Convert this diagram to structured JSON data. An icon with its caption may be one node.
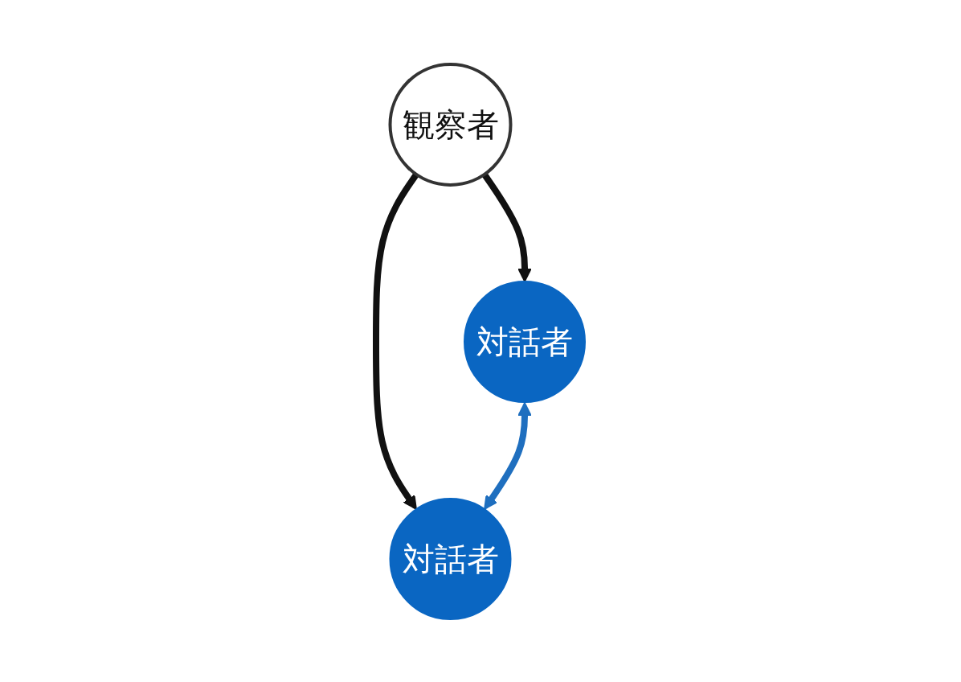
{
  "diagram": {
    "nodes": [
      {
        "text": [
          "観察者"
        ]
      },
      {
        "text": [
          "対話者"
        ]
      },
      {
        "text": [
          "対話者"
        ]
      }
    ],
    "edges": [
      {
        "from": 0,
        "to": 1,
        "arrow": "to"
      },
      {
        "from": 0,
        "to": 2,
        "arrow": "to"
      },
      {
        "from": 1,
        "to": 2,
        "arrow": "both",
        "color": "#1f6fbf"
      }
    ]
  }
}
